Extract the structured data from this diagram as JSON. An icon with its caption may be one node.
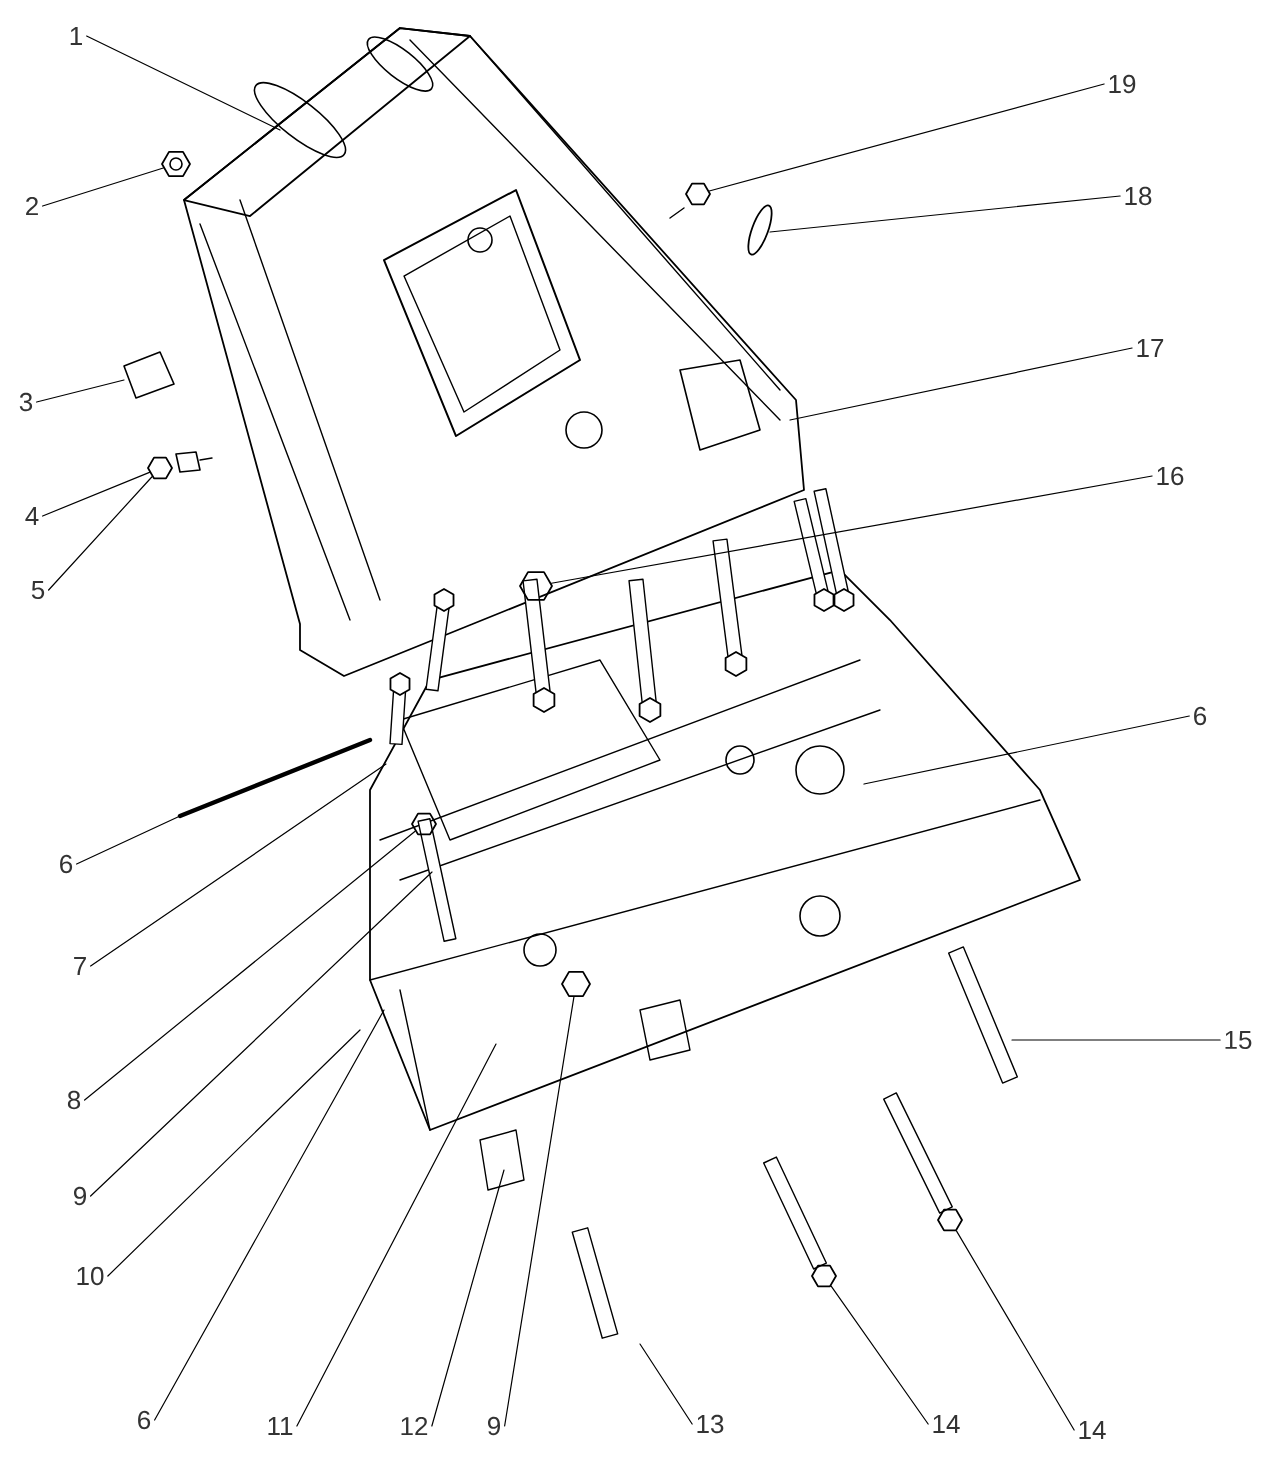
{
  "diagram": {
    "nodes": [
      {
        "text": [
          "1"
        ]
      },
      {
        "text": [
          "2"
        ]
      },
      {
        "text": [
          "3"
        ]
      },
      {
        "text": [
          "4"
        ]
      },
      {
        "text": [
          "5"
        ]
      },
      {
        "text": [
          "6"
        ]
      },
      {
        "text": [
          "7"
        ]
      },
      {
        "text": [
          "8"
        ]
      },
      {
        "text": [
          "9"
        ]
      },
      {
        "text": [
          "10"
        ]
      },
      {
        "text": [
          "6"
        ]
      },
      {
        "text": [
          "11"
        ]
      },
      {
        "text": [
          "12"
        ]
      },
      {
        "text": [
          "9"
        ]
      },
      {
        "text": [
          "13"
        ]
      },
      {
        "text": [
          "14"
        ]
      },
      {
        "text": [
          "14"
        ]
      },
      {
        "text": [
          "15"
        ]
      },
      {
        "text": [
          "6"
        ]
      },
      {
        "text": [
          "16"
        ]
      },
      {
        "text": [
          "17"
        ]
      },
      {
        "text": [
          "18"
        ]
      },
      {
        "text": [
          "19"
        ]
      },
      {
        "text": [],
        "shape": "hexagon"
      },
      {
        "text": [],
        "shape": "hexagon"
      },
      {
        "text": [],
        "shape": "hexagon"
      },
      {
        "text": [],
        "shape": "hexagon"
      },
      {
        "text": [],
        "shape": "hexagon"
      },
      {
        "text": [],
        "shape": "hexagon"
      },
      {
        "text": [],
        "shape": "hexagon"
      },
      {
        "text": [],
        "shape": "hexagon"
      }
    ],
    "edges": [
      {
        "from": 0,
        "to": null,
        "arrow": "none"
      },
      {
        "from": 1,
        "to": 23,
        "arrow": "none"
      },
      {
        "from": 2,
        "to": null,
        "arrow": "none"
      },
      {
        "from": 3,
        "to": 24,
        "arrow": "none"
      },
      {
        "from": 4,
        "to": 24,
        "arrow": "none"
      },
      {
        "from": 5,
        "to": null,
        "arrow": "none"
      },
      {
        "from": 6,
        "to": null,
        "arrow": "none"
      },
      {
        "from": 7,
        "to": 25,
        "arrow": "none"
      },
      {
        "from": 8,
        "to": null,
        "arrow": "none"
      },
      {
        "from": 9,
        "to": null,
        "arrow": "none"
      },
      {
        "from": 10,
        "to": null,
        "arrow": "none"
      },
      {
        "from": 11,
        "to": null,
        "arrow": "none"
      },
      {
        "from": 12,
        "to": null,
        "arrow": "none"
      },
      {
        "from": 13,
        "to": 26,
        "arrow": "none"
      },
      {
        "from": 14,
        "to": null,
        "arrow": "none"
      },
      {
        "from": 15,
        "to": 27,
        "arrow": "none"
      },
      {
        "from": 16,
        "to": 28,
        "arrow": "none"
      },
      {
        "from": 17,
        "to": null,
        "arrow": "none"
      },
      {
        "from": 18,
        "to": null,
        "arrow": "none"
      },
      {
        "from": 19,
        "to": 29,
        "arrow": "none"
      },
      {
        "from": 20,
        "to": null,
        "arrow": "none"
      },
      {
        "from": 21,
        "to": null,
        "arrow": "none"
      },
      {
        "from": 22,
        "to": 30,
        "arrow": "none"
      }
    ]
  }
}
